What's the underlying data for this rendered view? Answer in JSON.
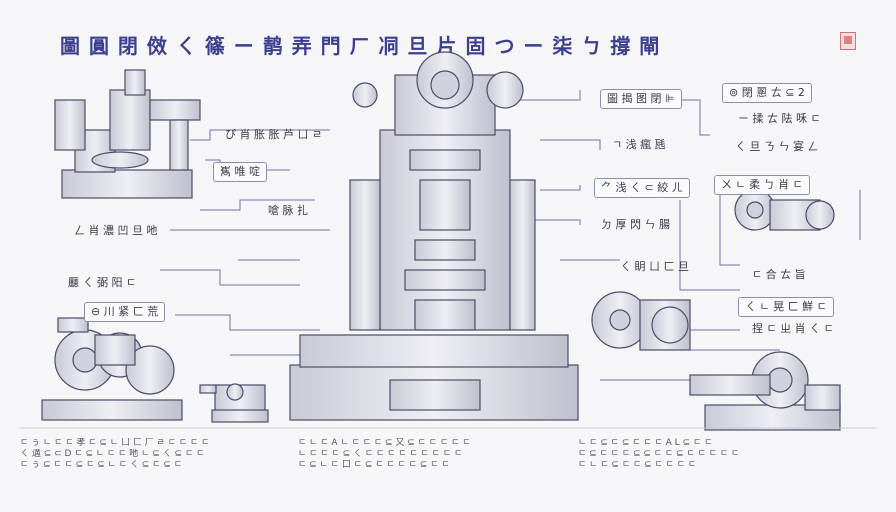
{
  "title": "圖 圓 閉 傚 ㄑ 篠 ー 䴖 弄 門 ㄏ 㓊 旦 片 固 つ ー 柒 ㄅ 撐 閘 ㄷ 早 裘 ⊘",
  "labels": {
    "l1": "ぴ 肖 胀 胀 芦 ㄩ ㄹ",
    "l2": "嶲 唯 啶",
    "l3": "嗆 脉 扎",
    "l4": "ㄥ 肖 濃 凹 旦 吔",
    "l5": "㕔 ㄑ 弼 阳 ㄷ",
    "l6": "⊖ 川 紧 ㄈ 荒",
    "r1": "圖 揭 图 閉 ⊫",
    "r2": "ㄱ 浅 瘋 瓱",
    "r3": "⺈ 浅 ㄑ ⊂ 絞 ㄦ",
    "r4": "ㄉ 厚 閃 ㄣ 腸",
    "r5": "⊚ 閉 慁 ㄊ ⊆ 2",
    "r6": "ㄧ 揉 ㄊ 阹 咊 ㄷ",
    "r7": "ㄑ 旦 ㄋ ㄣ 宴 ㄥ",
    "r8": "ㄨ ㄴ 柔 ㄅ 肖 ㄷ",
    "r9": "ㄷ 合 ㄊ 旨",
    "r10": "ㄑ ㄴ 晃 ㄈ 鮮 ㄷ",
    "r11": "捏 ㄷ ㄓ 肖 ㄑ ㄷ",
    "r12": "ㄑ 眀 ㄩ ㄈ 旦"
  },
  "paragraphs": {
    "p1": [
      "ㄷ ぅ ㄴ ㄷ ㄷ 孝 ㄷ ⊆ ㄴ ㄩ ㄈ 厂 ㄹ ㄷ ㄷ ㄷ ㄷ",
      "ㄑ 遘 ⊆ ⊂ D ㄷ ⊆ ㄴ ㄷ ㄷ 吔 ㄴ ⊆ ㄑ ⊆ ㄷ ㄷ",
      "ㄷ ぅ ⊆ ㄷ ㄷ ⊆ ㄷ ⊆ ㄴ ㄷ ㄑ ⊆ ㄷ ⊆ ㄷ"
    ],
    "p2": [
      "ㄷ ㄴ ㄷ A ㄴ ㄷ ㄷ ㄷ ⊆ 又 ⊆ ㄷ ㄷ ㄷ ㄷ ㄷ",
      "ㄴ ㄷ ㄷ ㄷ ⊆ ㄑ ㄷ ㄷ ㄷ ㄷ ㄷ ㄷ ㄷ ㄷ ㄷ",
      "ㄷ ⊆ ㄴ ㄷ 口 ㄷ ⊆ ㄷ ㄷ ㄷ ㄷ ⊆ ㄷ ㄷ"
    ],
    "p3": [
      "ㄴ ㄷ ⊆ ㄷ ⊆ ㄷ ㄷ ㄷ A L ⊆ ㄷ ㄷ",
      "ㄷ ⊆ ㄷ ㄷ ㄷ ⊆ ⊆ ㄷ ㄷ ⊆ ㄷ ㄷ ㄷ ㄷ ㄷ",
      "ㄷ ㄴ ㄷ ⊆ ㄷ ㄷ ⊆ ㄷ ㄷ ㄷ ㄷ"
    ]
  },
  "colors": {
    "title": "#3a3f8f",
    "line": "#6d72a6",
    "metal": "#dcdde6",
    "outline": "#4a4d66"
  }
}
